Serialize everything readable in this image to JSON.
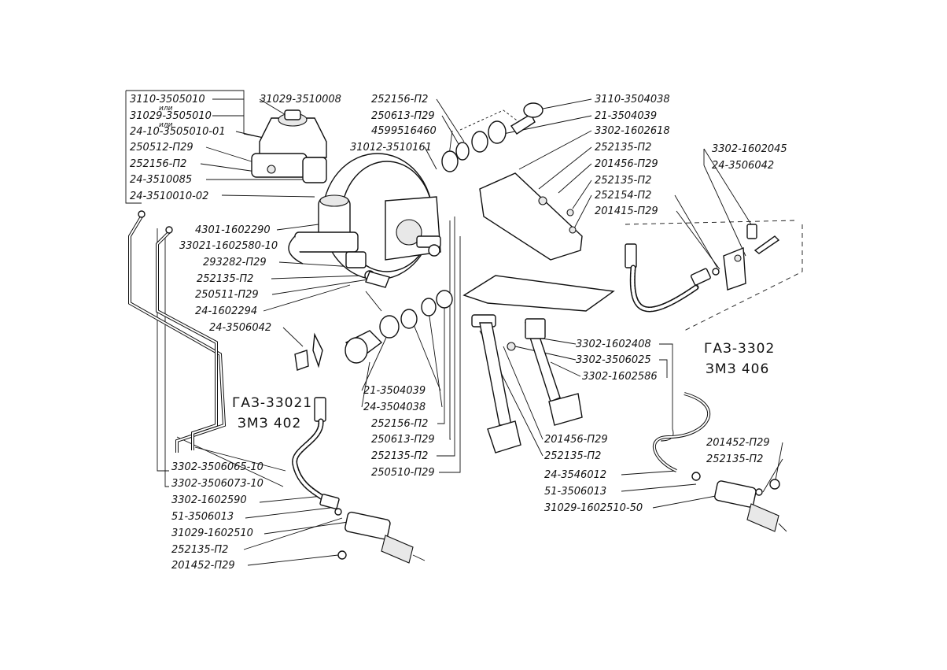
{
  "labels": {
    "l01": "3110-3505010",
    "l01a": "или",
    "l02": "31029-3505010",
    "l02a": "или",
    "l03": "24-10-3505010-01",
    "l04": "31029-3510008",
    "l05": "250512-П29",
    "l06": "252156-П2",
    "l07": "24-3510085",
    "l08": "24-3510010-02",
    "l09": "252156-П2",
    "l10": "250613-П29",
    "l11": "4599516460",
    "l12": "31012-3510161",
    "l13": "3110-3504038",
    "l14": "21-3504039",
    "l15": "3302-1602618",
    "l16": "252135-П2",
    "l17": "201456-П29",
    "l18": "252135-П2",
    "l19": "252154-П2",
    "l20": "201415-П29",
    "l21": "3302-1602045",
    "l22": "24-3506042",
    "l23": "4301-1602290",
    "l24": "33021-1602580-10",
    "l25": "293282-П29",
    "l26": "252135-П2",
    "l27": "250511-П29",
    "l28": "24-1602294",
    "l29": "24-3506042",
    "l30": "21-3504039",
    "l31": "24-3504038",
    "l32": "252156-П2",
    "l33": "250613-П29",
    "l34": "252135-П2",
    "l35": "250510-П29",
    "l36": "3302-1602408",
    "l37": "3302-3506025",
    "l38": "3302-1602586",
    "l39": "201456-П29",
    "l40": "252135-П2",
    "l41": "24-3546012",
    "l42": "51-3506013",
    "l43": "31029-1602510-50",
    "l44": "201452-П29",
    "l45": "252135-П2",
    "l46": "3302-3506065-10",
    "l47": "3302-3506073-10",
    "l48": "3302-1602590",
    "l49": "51-3506013",
    "l50": "31029-1602510",
    "l51": "252135-П2",
    "l52": "201452-П29"
  },
  "models": {
    "left_vehicle": "ГАЗ-33021",
    "left_engine": "ЗМЗ 402",
    "right_vehicle": "ГАЗ-3302",
    "right_engine": "ЗМЗ 406"
  }
}
